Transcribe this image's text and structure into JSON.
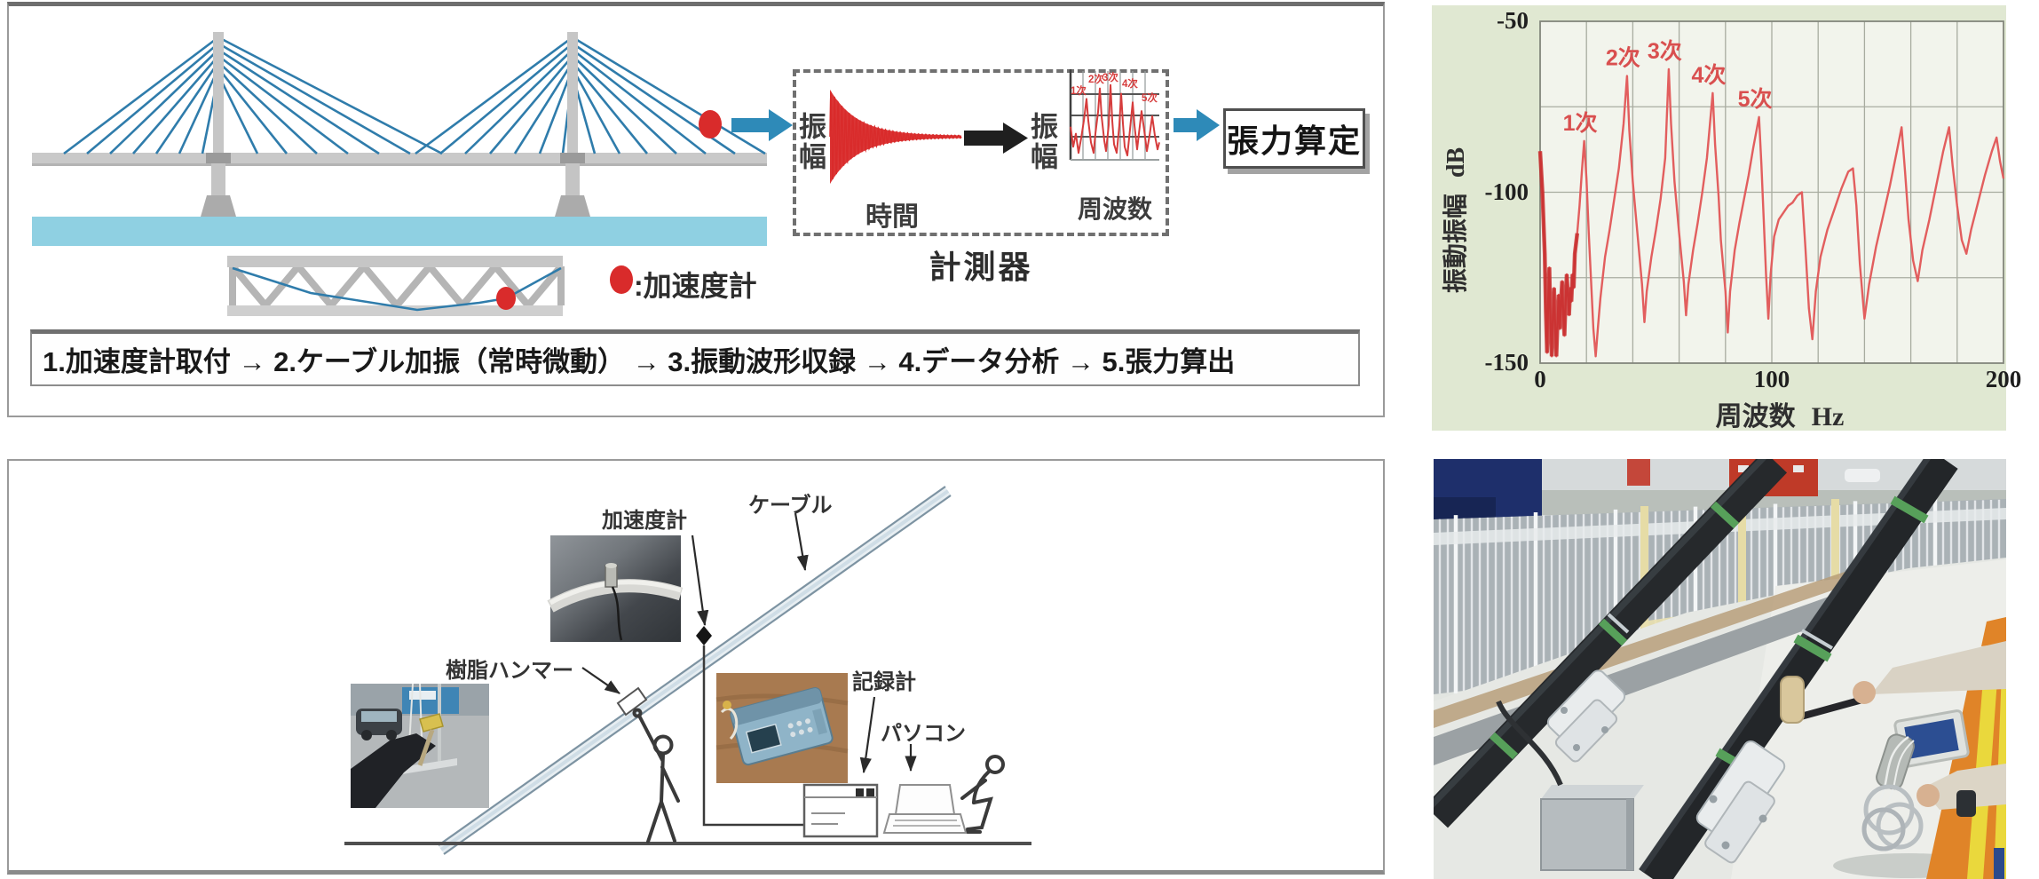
{
  "flow_panel": {
    "legend_text": ":加速度計",
    "amplitude_label": "振幅",
    "time_label": "時間",
    "freq_label": "周波数",
    "instrument_label": "計測器",
    "result_box_label": "張力算定",
    "steps_text": "1.加速度計取付 → 2.ケーブル加振（常時微動） → 3.振動波形収録 → 4.データ分析 → 5.張力算出",
    "waveform": {
      "cycles": 36,
      "decay": 4.8,
      "amplitude": 52
    }
  },
  "setup_panel": {
    "labels": {
      "cable": "ケーブル",
      "accelerometer": "加速度計",
      "resin_hammer": "樹脂ハンマー",
      "recorder": "記録計",
      "pc": "パソコン"
    }
  },
  "chart_data": [
    {
      "id": "frequency-spectrum",
      "type": "line",
      "title": "",
      "xlabel": "周波数 Hz",
      "xlabel_main": "周波数",
      "xlabel_unit": "Hz",
      "ylabel": "振動振幅 dB",
      "ylabel_main": "振動振幅",
      "ylabel_unit": "dB",
      "xlim": [
        0,
        200
      ],
      "ylim": [
        -150,
        -50
      ],
      "x_ticks": [
        0,
        100,
        200
      ],
      "y_ticks": [
        -50,
        -100,
        -150
      ],
      "x_grid_step_hz": 20,
      "y_grid_step_db": 25,
      "grid": true,
      "legend_position": "none",
      "peaks": [
        {
          "label": "1次",
          "hz": 19,
          "db": -85
        },
        {
          "label": "2次",
          "hz": 37.5,
          "db": -66
        },
        {
          "label": "3次",
          "hz": 55.5,
          "db": -64
        },
        {
          "label": "4次",
          "hz": 74.5,
          "db": -71
        },
        {
          "label": "5次",
          "hz": 94.5,
          "db": -78
        }
      ],
      "points": [
        [
          0,
          -88
        ],
        [
          1,
          -100
        ],
        [
          2,
          -118
        ],
        [
          2.5,
          -135
        ],
        [
          3,
          -147
        ],
        [
          3.5,
          -132
        ],
        [
          4,
          -122
        ],
        [
          4.5,
          -138
        ],
        [
          5,
          -148
        ],
        [
          5.5,
          -136
        ],
        [
          6,
          -128
        ],
        [
          6.5,
          -140
        ],
        [
          7,
          -148
        ],
        [
          7.5,
          -138
        ],
        [
          8,
          -130
        ],
        [
          8.5,
          -140
        ],
        [
          9,
          -132
        ],
        [
          9.5,
          -126
        ],
        [
          10,
          -136
        ],
        [
          10.5,
          -142
        ],
        [
          11,
          -132
        ],
        [
          11.5,
          -124
        ],
        [
          12,
          -130
        ],
        [
          12.5,
          -136
        ],
        [
          13,
          -128
        ],
        [
          13.5,
          -132
        ],
        [
          14,
          -124
        ],
        [
          14.5,
          -128
        ],
        [
          15,
          -118
        ],
        [
          16,
          -112
        ],
        [
          17,
          -104
        ],
        [
          18,
          -94
        ],
        [
          19,
          -85
        ],
        [
          20,
          -96
        ],
        [
          21,
          -112
        ],
        [
          22,
          -126
        ],
        [
          23,
          -140
        ],
        [
          24,
          -148
        ],
        [
          25,
          -139
        ],
        [
          26,
          -131
        ],
        [
          27,
          -125
        ],
        [
          28,
          -119
        ],
        [
          30,
          -111
        ],
        [
          32,
          -102
        ],
        [
          34,
          -93
        ],
        [
          36,
          -80
        ],
        [
          37.5,
          -66
        ],
        [
          38.5,
          -82
        ],
        [
          40,
          -97
        ],
        [
          42,
          -112
        ],
        [
          44,
          -127
        ],
        [
          45,
          -138
        ],
        [
          46,
          -129
        ],
        [
          48,
          -119
        ],
        [
          50,
          -111
        ],
        [
          52,
          -102
        ],
        [
          54,
          -90
        ],
        [
          55.5,
          -64
        ],
        [
          56.5,
          -80
        ],
        [
          58,
          -97
        ],
        [
          60,
          -112
        ],
        [
          62,
          -126
        ],
        [
          63,
          -136
        ],
        [
          64,
          -127
        ],
        [
          66,
          -117
        ],
        [
          68,
          -109
        ],
        [
          70,
          -100
        ],
        [
          72,
          -90
        ],
        [
          74.5,
          -71
        ],
        [
          75.5,
          -86
        ],
        [
          77,
          -101
        ],
        [
          78,
          -114
        ],
        [
          80,
          -129
        ],
        [
          81,
          -141
        ],
        [
          82,
          -129
        ],
        [
          84,
          -117
        ],
        [
          86,
          -109
        ],
        [
          88,
          -102
        ],
        [
          90,
          -95
        ],
        [
          92,
          -87
        ],
        [
          94.5,
          -78
        ],
        [
          95.5,
          -92
        ],
        [
          96.5,
          -108
        ],
        [
          97.5,
          -124
        ],
        [
          98.5,
          -137
        ],
        [
          99.5,
          -124
        ],
        [
          101,
          -113
        ],
        [
          103,
          -108
        ],
        [
          105,
          -106
        ],
        [
          107,
          -104
        ],
        [
          109,
          -103
        ],
        [
          111,
          -101
        ],
        [
          113,
          -100
        ],
        [
          114.5,
          -116
        ],
        [
          116,
          -134
        ],
        [
          117.5,
          -143
        ],
        [
          119,
          -129
        ],
        [
          121,
          -119
        ],
        [
          124,
          -111
        ],
        [
          127,
          -105
        ],
        [
          130,
          -99
        ],
        [
          133,
          -94
        ],
        [
          135,
          -93
        ],
        [
          136.5,
          -104
        ],
        [
          138,
          -121
        ],
        [
          140,
          -137
        ],
        [
          142,
          -127
        ],
        [
          145,
          -116
        ],
        [
          148,
          -107
        ],
        [
          151,
          -98
        ],
        [
          154,
          -88
        ],
        [
          156,
          -81
        ],
        [
          157.5,
          -94
        ],
        [
          159,
          -108
        ],
        [
          161,
          -120
        ],
        [
          163,
          -126
        ],
        [
          165,
          -117
        ],
        [
          168,
          -108
        ],
        [
          171,
          -98
        ],
        [
          174,
          -88
        ],
        [
          176.5,
          -81
        ],
        [
          178,
          -92
        ],
        [
          180,
          -104
        ],
        [
          182,
          -114
        ],
        [
          184,
          -118
        ],
        [
          186,
          -111
        ],
        [
          189,
          -103
        ],
        [
          192,
          -95
        ],
        [
          195,
          -88
        ],
        [
          197,
          -84
        ],
        [
          198.5,
          -91
        ],
        [
          200,
          -96
        ]
      ]
    },
    {
      "id": "instrument-mini-spectrum",
      "type": "line",
      "xlabel": "周波数",
      "ylabel": "振幅",
      "peak_labels": [
        "1次",
        "2次",
        "3次",
        "4次",
        "5次"
      ],
      "points": [
        [
          0,
          62
        ],
        [
          3,
          85
        ],
        [
          6,
          70
        ],
        [
          9,
          92
        ],
        [
          12,
          75
        ],
        [
          15,
          55
        ],
        [
          18,
          30
        ],
        [
          20,
          55
        ],
        [
          23,
          80
        ],
        [
          26,
          92
        ],
        [
          28,
          70
        ],
        [
          31,
          45
        ],
        [
          33,
          18
        ],
        [
          35,
          50
        ],
        [
          38,
          78
        ],
        [
          40,
          90
        ],
        [
          43,
          60
        ],
        [
          45,
          14
        ],
        [
          47,
          55
        ],
        [
          49,
          82
        ],
        [
          52,
          92
        ],
        [
          55,
          60
        ],
        [
          57,
          24
        ],
        [
          59,
          58
        ],
        [
          61,
          85
        ],
        [
          64,
          95
        ],
        [
          67,
          65
        ],
        [
          70,
          34
        ],
        [
          72,
          60
        ],
        [
          75,
          88
        ],
        [
          77,
          70
        ],
        [
          80,
          44
        ],
        [
          83,
          66
        ],
        [
          86,
          90
        ],
        [
          89,
          72
        ],
        [
          92,
          50
        ],
        [
          95,
          72
        ],
        [
          98,
          88
        ],
        [
          100,
          80
        ]
      ],
      "label_positions": [
        {
          "t": "1次",
          "x": 0,
          "y": 24
        },
        {
          "t": "2次",
          "x": 20,
          "y": 11
        },
        {
          "t": "3次",
          "x": 36,
          "y": 9
        },
        {
          "t": "4次",
          "x": 58,
          "y": 16
        },
        {
          "t": "5次",
          "x": 80,
          "y": 32
        }
      ]
    }
  ],
  "colors": {
    "accent_blue": "#2e8ab8",
    "cable_blue": "#2f7cab",
    "water": "#8fd0e2",
    "red": "#d92b2b",
    "chart_bg": "#e0e8d2",
    "chart_plot_bg": "#f2f4ec",
    "chart_line": "#e25e5e",
    "chart_noise": "#c62828",
    "grid": "#a8aca0",
    "vest_orange": "#e08428",
    "safety_yellow": "#ead83c",
    "cable_black": "#26292c"
  }
}
